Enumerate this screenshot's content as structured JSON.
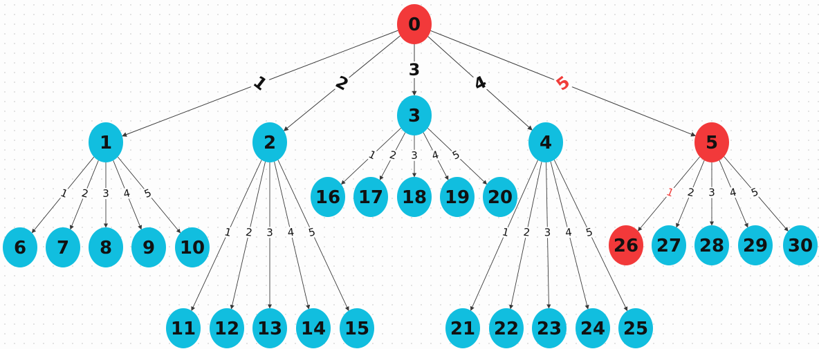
{
  "colors": {
    "node_default": "#11bedf",
    "node_highlight": "#f2393a",
    "edge": "#3a3a3a",
    "label_default": "#111111",
    "label_highlight": "#f03d3a"
  },
  "nodes": [
    {
      "id": 0,
      "label": "0",
      "highlight": true
    },
    {
      "id": 1,
      "label": "1",
      "highlight": false
    },
    {
      "id": 2,
      "label": "2",
      "highlight": false
    },
    {
      "id": 3,
      "label": "3",
      "highlight": false
    },
    {
      "id": 4,
      "label": "4",
      "highlight": false
    },
    {
      "id": 5,
      "label": "5",
      "highlight": true
    },
    {
      "id": 6,
      "label": "6",
      "highlight": false
    },
    {
      "id": 7,
      "label": "7",
      "highlight": false
    },
    {
      "id": 8,
      "label": "8",
      "highlight": false
    },
    {
      "id": 9,
      "label": "9",
      "highlight": false
    },
    {
      "id": 10,
      "label": "10",
      "highlight": false
    },
    {
      "id": 11,
      "label": "11",
      "highlight": false
    },
    {
      "id": 12,
      "label": "12",
      "highlight": false
    },
    {
      "id": 13,
      "label": "13",
      "highlight": false
    },
    {
      "id": 14,
      "label": "14",
      "highlight": false
    },
    {
      "id": 15,
      "label": "15",
      "highlight": false
    },
    {
      "id": 16,
      "label": "16",
      "highlight": false
    },
    {
      "id": 17,
      "label": "17",
      "highlight": false
    },
    {
      "id": 18,
      "label": "18",
      "highlight": false
    },
    {
      "id": 19,
      "label": "19",
      "highlight": false
    },
    {
      "id": 20,
      "label": "20",
      "highlight": false
    },
    {
      "id": 21,
      "label": "21",
      "highlight": false
    },
    {
      "id": 22,
      "label": "22",
      "highlight": false
    },
    {
      "id": 23,
      "label": "23",
      "highlight": false
    },
    {
      "id": 24,
      "label": "24",
      "highlight": false
    },
    {
      "id": 25,
      "label": "25",
      "highlight": false
    },
    {
      "id": 26,
      "label": "26",
      "highlight": true
    },
    {
      "id": 27,
      "label": "27",
      "highlight": false
    },
    {
      "id": 28,
      "label": "28",
      "highlight": false
    },
    {
      "id": 29,
      "label": "29",
      "highlight": false
    },
    {
      "id": 30,
      "label": "30",
      "highlight": false
    }
  ],
  "edges": [
    {
      "from": 0,
      "to": 1,
      "label": "1",
      "highlight": false
    },
    {
      "from": 0,
      "to": 2,
      "label": "2",
      "highlight": false
    },
    {
      "from": 0,
      "to": 3,
      "label": "3",
      "highlight": false
    },
    {
      "from": 0,
      "to": 4,
      "label": "4",
      "highlight": false
    },
    {
      "from": 0,
      "to": 5,
      "label": "5",
      "highlight": true
    },
    {
      "from": 1,
      "to": 6,
      "label": "1",
      "highlight": false
    },
    {
      "from": 1,
      "to": 7,
      "label": "2",
      "highlight": false
    },
    {
      "from": 1,
      "to": 8,
      "label": "3",
      "highlight": false
    },
    {
      "from": 1,
      "to": 9,
      "label": "4",
      "highlight": false
    },
    {
      "from": 1,
      "to": 10,
      "label": "5",
      "highlight": false
    },
    {
      "from": 2,
      "to": 11,
      "label": "1",
      "highlight": false
    },
    {
      "from": 2,
      "to": 12,
      "label": "2",
      "highlight": false
    },
    {
      "from": 2,
      "to": 13,
      "label": "3",
      "highlight": false
    },
    {
      "from": 2,
      "to": 14,
      "label": "4",
      "highlight": false
    },
    {
      "from": 2,
      "to": 15,
      "label": "5",
      "highlight": false
    },
    {
      "from": 3,
      "to": 16,
      "label": "1",
      "highlight": false
    },
    {
      "from": 3,
      "to": 17,
      "label": "2",
      "highlight": false
    },
    {
      "from": 3,
      "to": 18,
      "label": "3",
      "highlight": false
    },
    {
      "from": 3,
      "to": 19,
      "label": "4",
      "highlight": false
    },
    {
      "from": 3,
      "to": 20,
      "label": "5",
      "highlight": false
    },
    {
      "from": 4,
      "to": 21,
      "label": "1",
      "highlight": false
    },
    {
      "from": 4,
      "to": 22,
      "label": "2",
      "highlight": false
    },
    {
      "from": 4,
      "to": 23,
      "label": "3",
      "highlight": false
    },
    {
      "from": 4,
      "to": 24,
      "label": "4",
      "highlight": false
    },
    {
      "from": 4,
      "to": 25,
      "label": "5",
      "highlight": false
    },
    {
      "from": 5,
      "to": 26,
      "label": "1",
      "highlight": true
    },
    {
      "from": 5,
      "to": 27,
      "label": "2",
      "highlight": false
    },
    {
      "from": 5,
      "to": 28,
      "label": "3",
      "highlight": false
    },
    {
      "from": 5,
      "to": 29,
      "label": "4",
      "highlight": false
    },
    {
      "from": 5,
      "to": 30,
      "label": "5",
      "highlight": false
    }
  ]
}
